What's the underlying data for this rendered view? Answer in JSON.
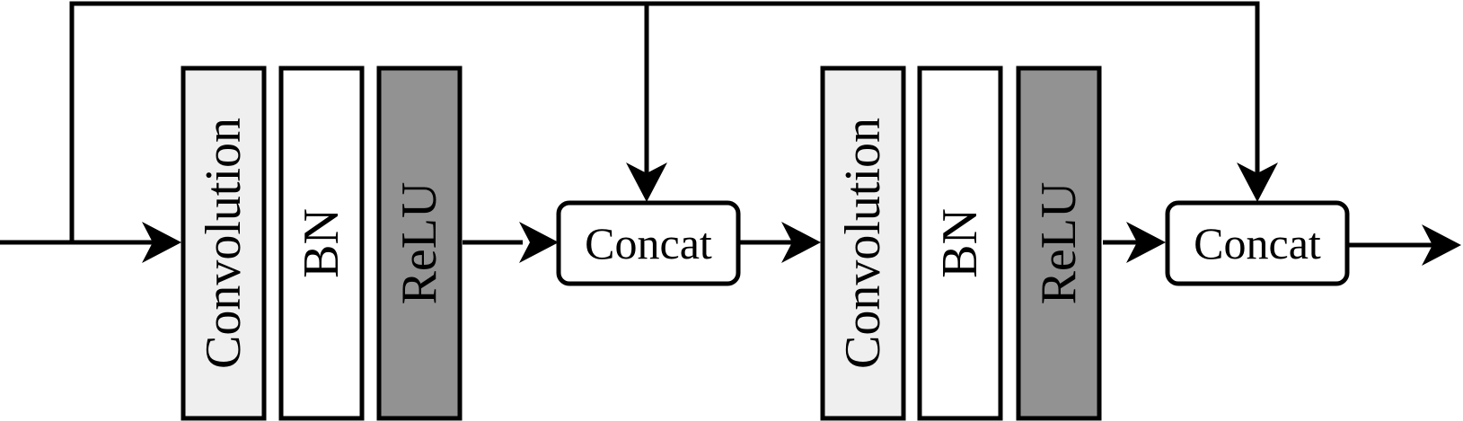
{
  "colors": {
    "stroke": "#000000",
    "conv_fill": "#efefef",
    "bn_fill": "#ffffff",
    "relu_fill": "#929292",
    "concat_fill": "#ffffff"
  },
  "stages": [
    {
      "layers": {
        "conv": "Convolution",
        "bn": "BN",
        "relu": "ReLU"
      },
      "concat": "Concat"
    },
    {
      "layers": {
        "conv": "Convolution",
        "bn": "BN",
        "relu": "ReLU"
      },
      "concat": "Concat"
    }
  ]
}
